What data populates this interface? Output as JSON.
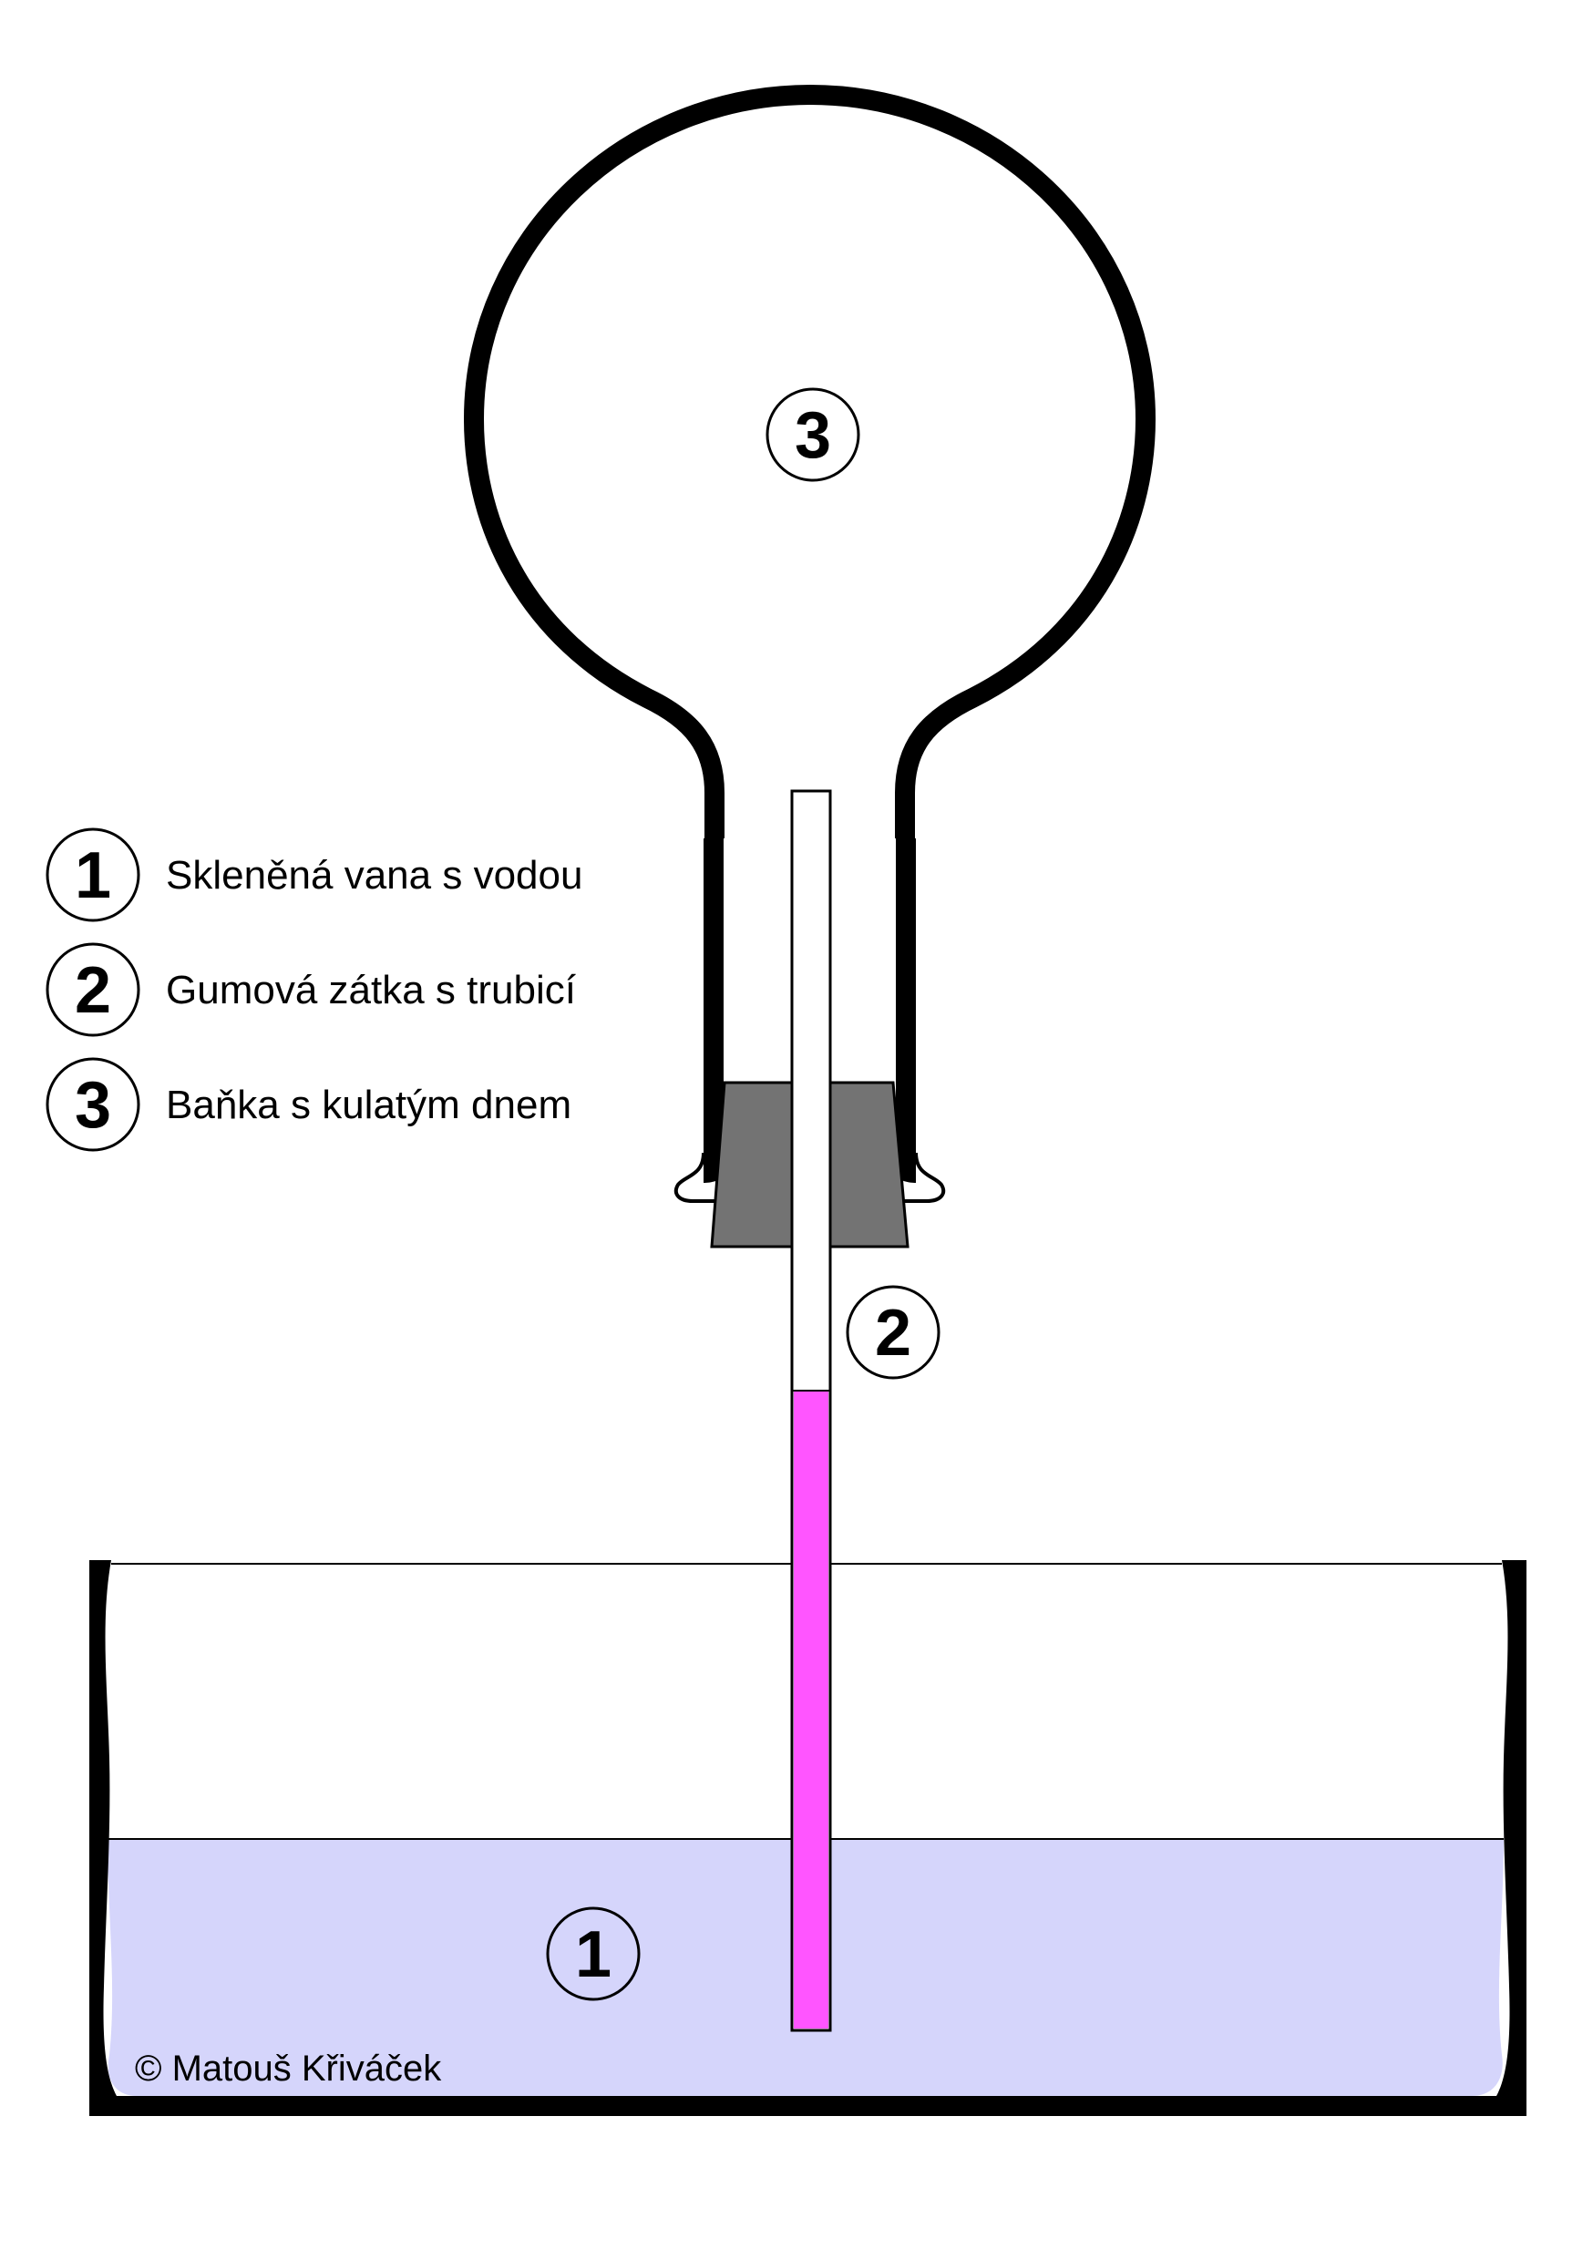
{
  "legend": [
    {
      "number": "1",
      "label": "Skleněná vana s vodou"
    },
    {
      "number": "2",
      "label": "Gumová zátka s trubicí"
    },
    {
      "number": "3",
      "label": "Baňka s kulatým dnem"
    }
  ],
  "callouts": {
    "flask": "3",
    "stopper": "2",
    "tub": "1"
  },
  "copyright": "© Matouš Křiváček",
  "colors": {
    "water": "#d5d5fb",
    "liquid_in_tube": "#ff55ff",
    "stopper": "#737373",
    "outline": "#000000"
  }
}
